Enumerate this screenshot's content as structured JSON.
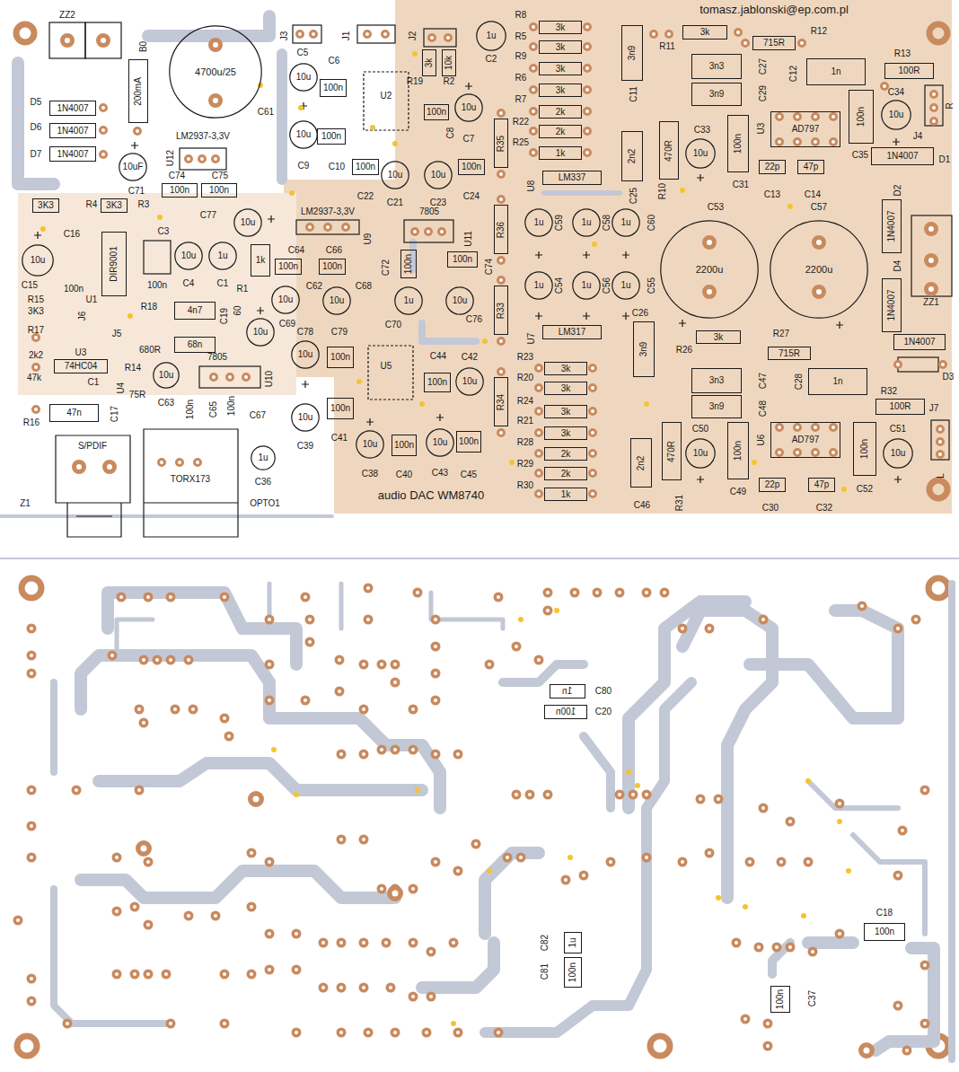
{
  "diagram": {
    "nodes": [
      {
        "text": [
          "4700u/25"
        ]
      },
      {
        "text": [
          "200mA"
        ]
      },
      {
        "text": [
          "1N4007"
        ]
      },
      {
        "text": [
          "1N4007"
        ]
      },
      {
        "text": [
          "1N4007"
        ]
      },
      {
        "text": [
          "10uF"
        ]
      },
      {
        "text": [
          "100n"
        ]
      },
      {
        "text": [
          "100n"
        ]
      },
      {
        "text": [
          "3K3"
        ]
      },
      {
        "text": [
          "3K3"
        ]
      },
      {
        "text": [
          "10u"
        ]
      },
      {
        "text": [
          "DIR9001"
        ]
      },
      {
        "text": [
          "10u"
        ]
      },
      {
        "text": [
          "1u"
        ]
      },
      {
        "text": [
          "10u"
        ]
      },
      {
        "text": [
          "1k"
        ]
      },
      {
        "text": [
          "4n7"
        ]
      },
      {
        "text": [
          "68n"
        ]
      },
      {
        "text": [
          "10u"
        ]
      },
      {
        "text": [
          "10u"
        ]
      },
      {
        "text": [
          "74HC04"
        ]
      },
      {
        "text": [
          "47n"
        ]
      },
      {
        "text": [
          "10u"
        ]
      },
      {
        "text": [
          "1u"
        ]
      },
      {
        "text": [
          "10u"
        ]
      },
      {
        "text": [
          "100n"
        ]
      },
      {
        "text": [
          "10u"
        ]
      },
      {
        "text": [
          "100n"
        ]
      },
      {
        "text": [
          "3k"
        ]
      },
      {
        "text": [
          "10k"
        ]
      },
      {
        "text": [
          "1u"
        ]
      },
      {
        "text": [
          "100n"
        ]
      },
      {
        "text": [
          "10u"
        ]
      },
      {
        "text": [
          "100n"
        ]
      },
      {
        "text": [
          "10u"
        ]
      },
      {
        "text": [
          "10u"
        ]
      },
      {
        "text": [
          "100n"
        ]
      },
      {
        "text": [
          "100n"
        ]
      },
      {
        "text": [
          "100n"
        ]
      },
      {
        "text": [
          "10u"
        ]
      },
      {
        "text": [
          "100n"
        ]
      },
      {
        "text": [
          "100n"
        ]
      },
      {
        "text": [
          "1u"
        ]
      },
      {
        "text": [
          "10u"
        ]
      },
      {
        "text": [
          "100n"
        ]
      },
      {
        "text": [
          "10u"
        ]
      },
      {
        "text": [
          "100n"
        ]
      },
      {
        "text": [
          "10u"
        ]
      },
      {
        "text": [
          "100n"
        ]
      },
      {
        "text": [
          "10u"
        ]
      },
      {
        "text": [
          "10u"
        ]
      },
      {
        "text": [
          "100n"
        ]
      },
      {
        "text": [
          "10u"
        ]
      },
      {
        "text": [
          "100n"
        ]
      },
      {
        "text": [
          "R35"
        ]
      },
      {
        "text": [
          "R36"
        ]
      },
      {
        "text": [
          "R33"
        ]
      },
      {
        "text": [
          "R34"
        ]
      },
      {
        "text": [
          "3k"
        ]
      },
      {
        "text": [
          "3k"
        ]
      },
      {
        "text": [
          "3k"
        ]
      },
      {
        "text": [
          "3k"
        ]
      },
      {
        "text": [
          "2k"
        ]
      },
      {
        "text": [
          "2k"
        ]
      },
      {
        "text": [
          "1k"
        ]
      },
      {
        "text": [
          "3n9"
        ]
      },
      {
        "text": [
          "2n2"
        ]
      },
      {
        "text": [
          "LM337"
        ]
      },
      {
        "text": [
          "1u"
        ]
      },
      {
        "text": [
          "1u"
        ]
      },
      {
        "text": [
          "1u"
        ]
      },
      {
        "text": [
          "1u"
        ]
      },
      {
        "text": [
          "1u"
        ]
      },
      {
        "text": [
          "1u"
        ]
      },
      {
        "text": [
          "LM317"
        ]
      },
      {
        "text": [
          "3n9"
        ]
      },
      {
        "text": [
          "3k"
        ]
      },
      {
        "text": [
          "3k"
        ]
      },
      {
        "text": [
          "3k"
        ]
      },
      {
        "text": [
          "3k"
        ]
      },
      {
        "text": [
          "2k"
        ]
      },
      {
        "text": [
          "2k"
        ]
      },
      {
        "text": [
          "1k"
        ]
      },
      {
        "text": [
          "2n2"
        ]
      },
      {
        "text": [
          "3k"
        ]
      },
      {
        "text": [
          "715R"
        ]
      },
      {
        "text": [
          "3n3"
        ]
      },
      {
        "text": [
          "3n9"
        ]
      },
      {
        "text": [
          "1n"
        ]
      },
      {
        "text": [
          "100R"
        ]
      },
      {
        "text": [
          "10u"
        ]
      },
      {
        "text": [
          "AD797"
        ]
      },
      {
        "text": [
          "100n"
        ]
      },
      {
        "text": [
          "10u"
        ]
      },
      {
        "text": [
          "470R"
        ]
      },
      {
        "text": [
          "100n"
        ]
      },
      {
        "text": [
          "22p"
        ]
      },
      {
        "text": [
          "47p"
        ]
      },
      {
        "text": [
          "1N4007"
        ]
      },
      {
        "text": [
          "1N4007"
        ]
      },
      {
        "text": [
          "1N4007"
        ]
      },
      {
        "text": [
          "2200u"
        ]
      },
      {
        "text": [
          "2200u"
        ]
      },
      {
        "text": [
          "3k"
        ]
      },
      {
        "text": [
          "715R"
        ]
      },
      {
        "text": [
          "1N4007"
        ]
      },
      {
        "text": [
          "3n3"
        ]
      },
      {
        "text": [
          "3n9"
        ]
      },
      {
        "text": [
          "1n"
        ]
      },
      {
        "text": [
          "100R"
        ]
      },
      {
        "text": [
          "10u"
        ]
      },
      {
        "text": [
          "470R"
        ]
      },
      {
        "text": [
          "100n"
        ]
      },
      {
        "text": [
          "AD797"
        ]
      },
      {
        "text": [
          "22p"
        ]
      },
      {
        "text": [
          "47p"
        ]
      },
      {
        "text": [
          "100n"
        ]
      },
      {
        "text": [
          "10u"
        ]
      },
      {
        "text": [
          "1n"
        ]
      },
      {
        "text": [
          "100n"
        ]
      },
      {
        "text": [
          "100n"
        ]
      },
      {
        "text": [
          "100n"
        ]
      },
      {
        "text": [
          "1u"
        ]
      },
      {
        "text": [
          "100n"
        ]
      }
    ],
    "labels": [
      "ZZ2",
      "B0",
      "D5",
      "D6",
      "D7",
      "C61",
      "LM2937-3,3V",
      "U12",
      "C71",
      "C74",
      "C75",
      "R4",
      "R3",
      "C16",
      "C15",
      "C3",
      "100n",
      "C4",
      "C1",
      "C77",
      "R1",
      "100n",
      "U1",
      "R15",
      "3K3",
      "J6",
      "J5",
      "R18",
      "680R",
      "C19",
      "60",
      "C69",
      "R17",
      "2k2",
      "47k",
      "R16",
      "U3",
      "C1",
      "R14",
      "75R",
      "U4",
      "C17",
      "C63",
      "7805",
      "U10",
      "100n",
      "C65",
      "100n",
      "C67",
      "C36",
      "S/PDIF",
      "Z1",
      "TORX173",
      "OPTO1",
      "J3",
      "J1",
      "J2",
      "C5",
      "C6",
      "C9",
      "C10",
      "U2",
      "R19",
      "R2",
      "C2",
      "C8",
      "C7",
      "C22",
      "C21",
      "C23",
      "C24",
      "LM2937-3,3V",
      "U9",
      "7805",
      "U11",
      "C64",
      "C66",
      "C62",
      "C68",
      "C72",
      "C74",
      "C70",
      "C76",
      "C78",
      "C79",
      "C41",
      "C39",
      "U5",
      "C44",
      "C42",
      "C38",
      "C40",
      "C43",
      "C45",
      "audio DAC WM8740",
      "R8",
      "R5",
      "R9",
      "R6",
      "R7",
      "R22",
      "R25",
      "C11",
      "U8",
      "C59",
      "C58",
      "C60",
      "C25",
      "C54",
      "C56",
      "C55",
      "C26",
      "U7",
      "R23",
      "R20",
      "R24",
      "R21",
      "R28",
      "R29",
      "R30",
      "C46",
      "R11",
      "R12",
      "tomasz.jablonski@ep.com.pl",
      "C27",
      "C29",
      "C12",
      "R13",
      "C34",
      "J4",
      "R",
      "U3",
      "C35",
      "C33",
      "R10",
      "C31",
      "C13",
      "C14",
      "D1",
      "D2",
      "D4",
      "C53",
      "C57",
      "ZZ1",
      "D3",
      "R26",
      "R27",
      "C47",
      "C48",
      "C28",
      "R32",
      "J7",
      "L",
      "C50",
      "R31",
      "C49",
      "U6",
      "C30",
      "C32",
      "C52",
      "C51",
      "C80",
      "C20",
      "C82",
      "C81",
      "C18",
      "C37"
    ]
  }
}
